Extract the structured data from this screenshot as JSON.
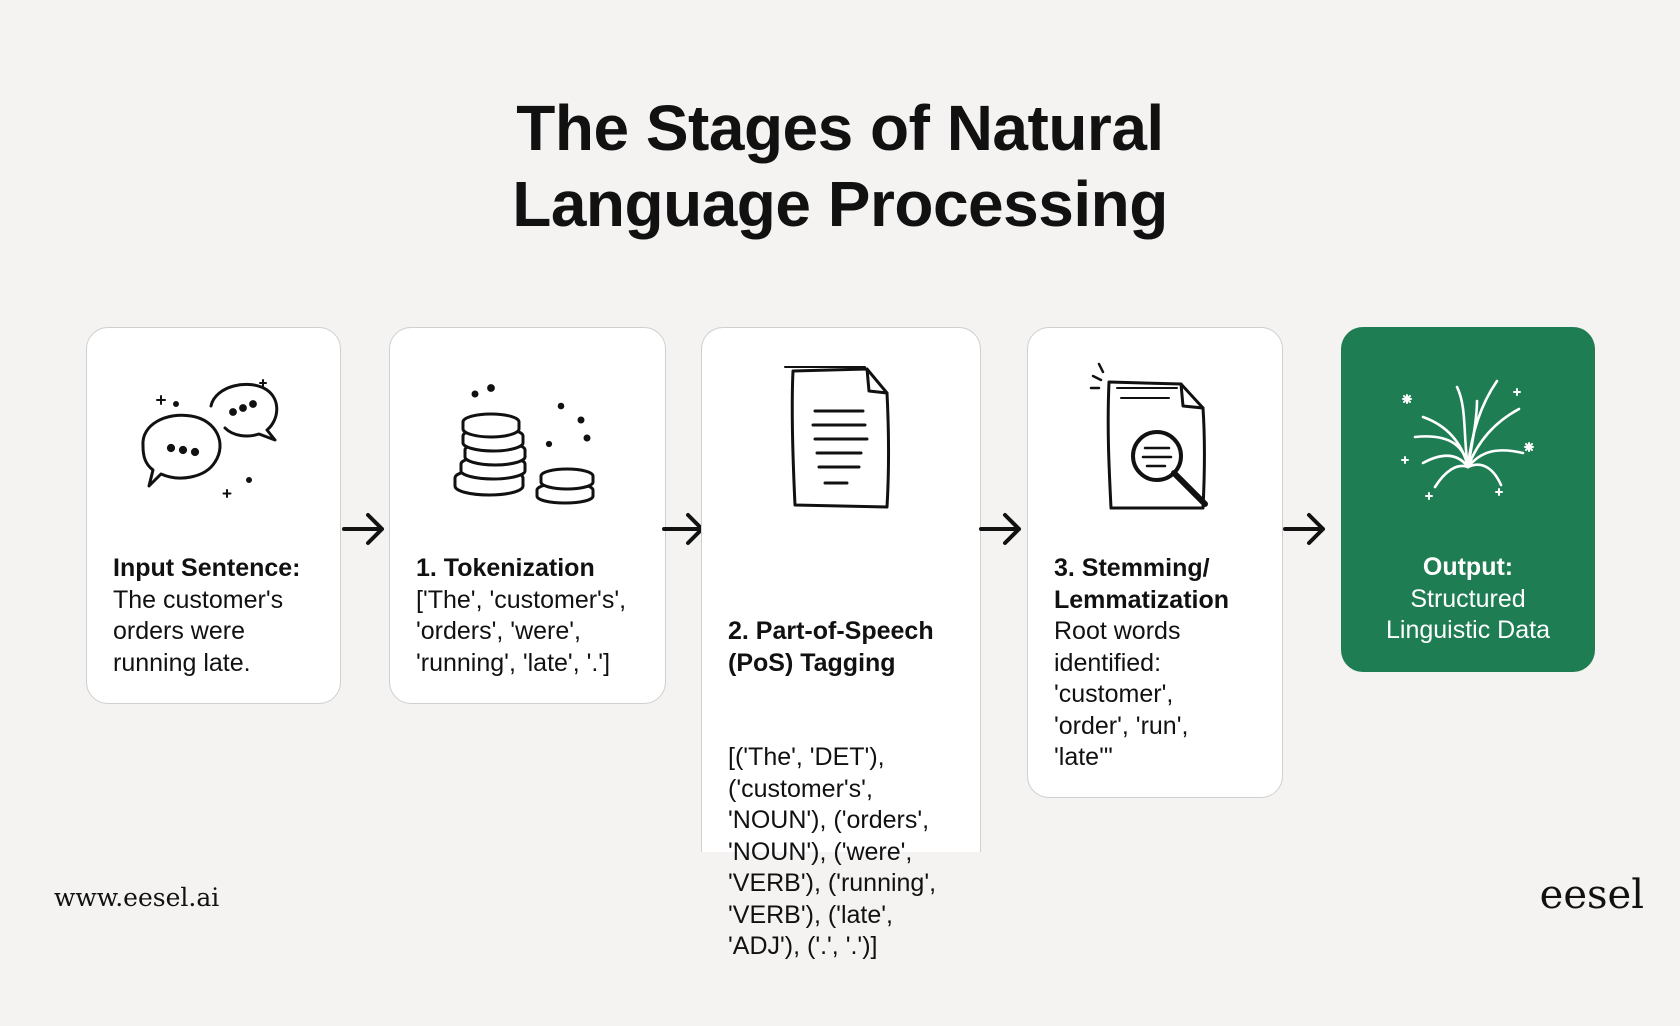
{
  "title": {
    "line1": "The Stages of Natural",
    "line2": "Language Processing"
  },
  "stages": [
    {
      "heading": "Input Sentence:",
      "body": "The customer's\norders were\nrunning late.",
      "icon": "chat-bubbles-icon"
    },
    {
      "heading": "1. Tokenization",
      "body": "['The', 'customer's',\n'orders', 'were',\n'running', 'late', '.']",
      "icon": "coin-stacks-icon"
    },
    {
      "heading": "2. Part-of-Speech\n(PoS) Tagging",
      "body": "[('The', 'DET'),\n('customer's',\n'NOUN'), ('orders',\n'NOUN'), ('were',\n'VERB'), ('running',\n'VERB'), ('late',\n'ADJ'), ('.', '.')]",
      "icon": "document-icon"
    },
    {
      "heading": "3. Stemming/\nLemmatization",
      "body": "Root words\nidentified:\n'customer',\n'order', 'run',\n'late'\"",
      "icon": "document-search-icon"
    },
    {
      "heading": "Output:",
      "body": "Structured\nLinguistic Data",
      "icon": "firework-icon"
    }
  ],
  "footer": {
    "url": "www.eesel.ai",
    "logo": "eesel"
  },
  "colors": {
    "background": "#f4f3f1",
    "output_card": "#1e7d52",
    "card": "#ffffff"
  }
}
